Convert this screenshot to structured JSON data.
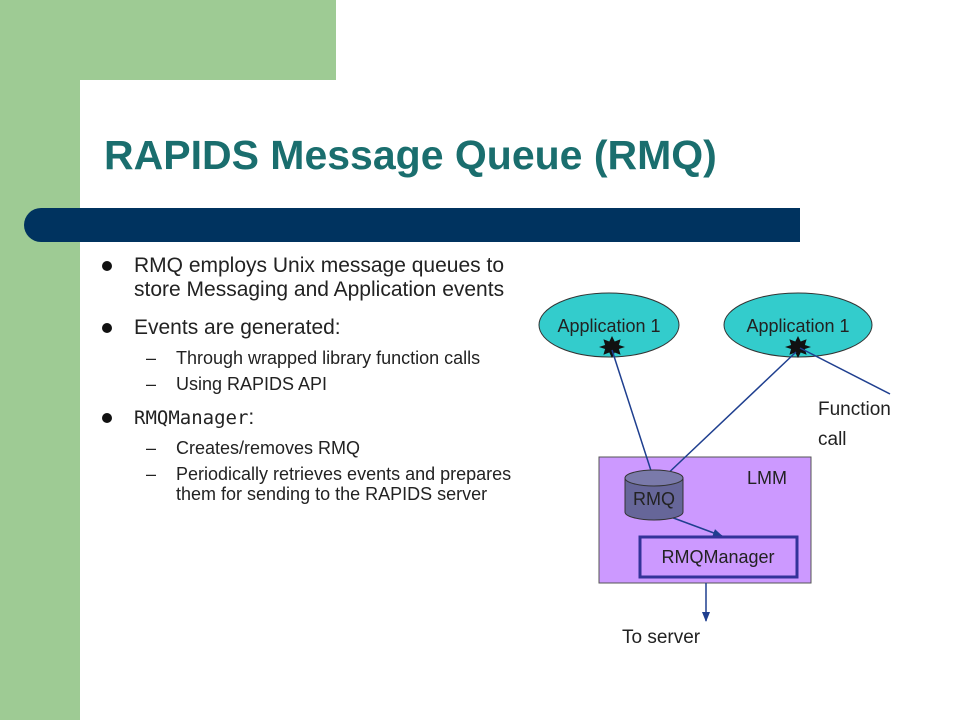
{
  "title": "RAPIDS Message Queue (RMQ)",
  "bullets": [
    {
      "text": "RMQ employs Unix message queues to store Messaging and Application events"
    },
    {
      "text": "Events are generated:",
      "subs": [
        "Through wrapped library function calls",
        "Using RAPIDS API"
      ]
    },
    {
      "text": "RMQManager",
      "suffix": ":",
      "subs": [
        "Creates/removes RMQ",
        "Periodically retrieves events and prepares them for sending to the RAPIDS server"
      ]
    }
  ],
  "diagram": {
    "app_left": "Application 1",
    "app_right": "Application 1",
    "function_call_line1": "Function",
    "function_call_line2": "call",
    "lmm": "LMM",
    "rmq": "RMQ",
    "rmq_manager": "RMQManager",
    "to_server": "To server"
  },
  "colors": {
    "green": "#9ecb94",
    "title": "#1a6e6e",
    "bar": "#00335f",
    "ellipse": "#33cccc",
    "lmm_box": "#cc99ff",
    "cylinder": "#666699",
    "manager_border": "#333399"
  }
}
